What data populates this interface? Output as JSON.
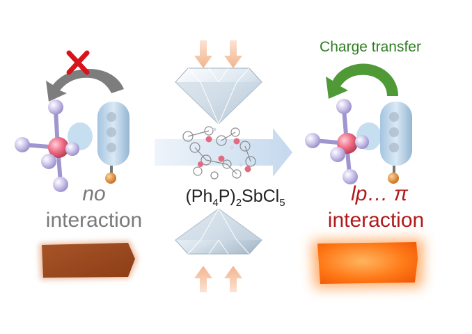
{
  "left_state": {
    "label_top": "no",
    "label_bottom": "interaction",
    "crossed_arrow": "rotation-arrow-blocked",
    "text_color": "#7a7a7a",
    "crystal_color": "#9a4a1c"
  },
  "center": {
    "formula_parts": [
      "(Ph",
      "4",
      "P)",
      "2",
      "SbCl",
      "5"
    ],
    "process": "pressure-compression",
    "arrow_color": "#cfe1f1",
    "pressure_arrow_color": "#f3c2a2"
  },
  "right_state": {
    "label_top": "lp… π",
    "label_bottom": "interaction",
    "arrow_label": "Charge transfer",
    "text_color": "#b21a1a",
    "arrow_color": "#4f9a37",
    "crystal_color": "#ff7a18"
  }
}
